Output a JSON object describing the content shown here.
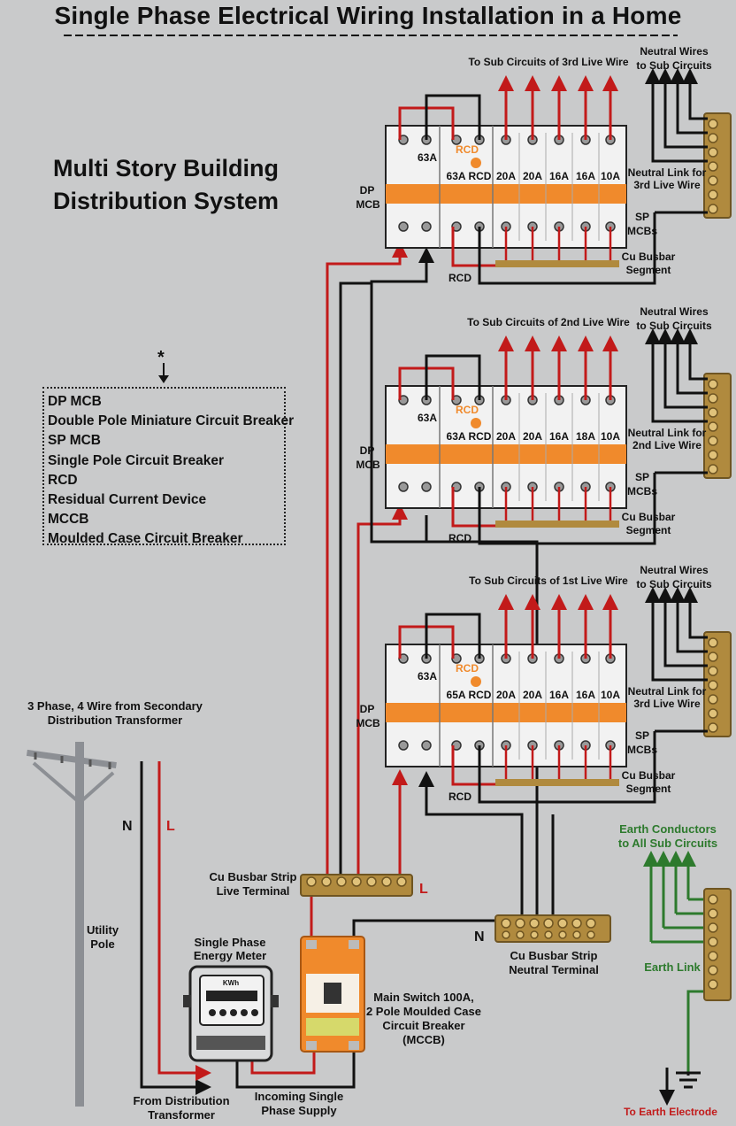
{
  "title": "Single Phase Electrical Wiring Installation in a Home",
  "subtitle_line1": "Multi Story Building",
  "subtitle_line2": "Distribution System",
  "glossary_marker": "*",
  "glossary": [
    "DP MCB",
    "Double Pole Miniature Circuit Breaker",
    "SP MCB",
    "Single Pole Circuit Breaker",
    "RCD",
    "Residual Current Device",
    "MCCB",
    "Moulded Case Circuit Breaker"
  ],
  "boards": [
    {
      "live_label": "To Sub Circuits of 3rd Live Wire",
      "neutral_label_1": "Neutral Wires",
      "neutral_label_2": "to Sub Circuits",
      "neutral_link_1": "Neutral Link for",
      "neutral_link_2": "3rd Live Wire",
      "dp_mcb_1": "DP",
      "dp_mcb_2": "MCB",
      "dp_rating": "63A",
      "rcd_top": "RCD",
      "rcd_rating": "63A RCD",
      "mcb_ratings": [
        "20A",
        "20A",
        "16A",
        "16A",
        "10A"
      ],
      "sp_1": "SP",
      "sp_2": "MCBs",
      "busbar_1": "Cu Busbar",
      "busbar_2": "Segment",
      "rcd_label": "RCD"
    },
    {
      "live_label": "To Sub Circuits of 2nd Live Wire",
      "neutral_label_1": "Neutral Wires",
      "neutral_label_2": "to Sub Circuits",
      "neutral_link_1": "Neutral Link for",
      "neutral_link_2": "2nd Live Wire",
      "dp_mcb_1": "DP",
      "dp_mcb_2": "MCB",
      "dp_rating": "63A",
      "rcd_top": "RCD",
      "rcd_rating": "63A RCD",
      "mcb_ratings": [
        "20A",
        "20A",
        "16A",
        "18A",
        "10A"
      ],
      "sp_1": "SP",
      "sp_2": "MCBs",
      "busbar_1": "Cu Busbar",
      "busbar_2": "Segment",
      "rcd_label": "RCD"
    },
    {
      "live_label": "To Sub Circuits of 1st Live Wire",
      "neutral_label_1": "Neutral Wires",
      "neutral_label_2": "to Sub Circuits",
      "neutral_link_1": "Neutral Link for",
      "neutral_link_2": "3rd Live Wire",
      "dp_mcb_1": "DP",
      "dp_mcb_2": "MCB",
      "dp_rating": "63A",
      "rcd_top": "RCD",
      "rcd_rating": "65A RCD",
      "mcb_ratings": [
        "20A",
        "20A",
        "16A",
        "16A",
        "10A"
      ],
      "sp_1": "SP",
      "sp_2": "MCBs",
      "busbar_1": "Cu Busbar",
      "busbar_2": "Segment",
      "rcd_label": "RCD"
    }
  ],
  "supply": {
    "transformer_1": "3 Phase, 4 Wire from Secondary",
    "transformer_2": "Distribution Transformer",
    "n_label": "N",
    "l_label": "L",
    "pole_1": "Utility",
    "pole_2": "Pole",
    "meter_1": "Single Phase",
    "meter_2": "Energy Meter",
    "meter_unit": "KWh",
    "from_1": "From Distribution",
    "from_2": "Transformer",
    "incoming_1": "Incoming Single",
    "incoming_2": "Phase Supply",
    "live_bus_1": "Cu Busbar Strip",
    "live_bus_2": "Live Terminal",
    "live_bus_l": "L",
    "neutral_bus_1": "Cu Busbar Strip",
    "neutral_bus_2": "Neutral Terminal",
    "neutral_bus_n": "N",
    "mccb_1": "Main Switch 100A,",
    "mccb_2": "2 Pole Moulded Case",
    "mccb_3": "Circuit Breaker",
    "mccb_4": "(MCCB)"
  },
  "earth": {
    "conductors_1": "Earth Conductors",
    "conductors_2": "to All Sub Circuits",
    "link": "Earth Link",
    "electrode": "To Earth Electrode"
  },
  "colors": {
    "live": "#c21a1a",
    "neutral": "#111111",
    "earth": "#2d7a2d",
    "breaker_orange": "#f08a2c",
    "busbar": "#b08a3e",
    "background": "#c9cacb"
  }
}
